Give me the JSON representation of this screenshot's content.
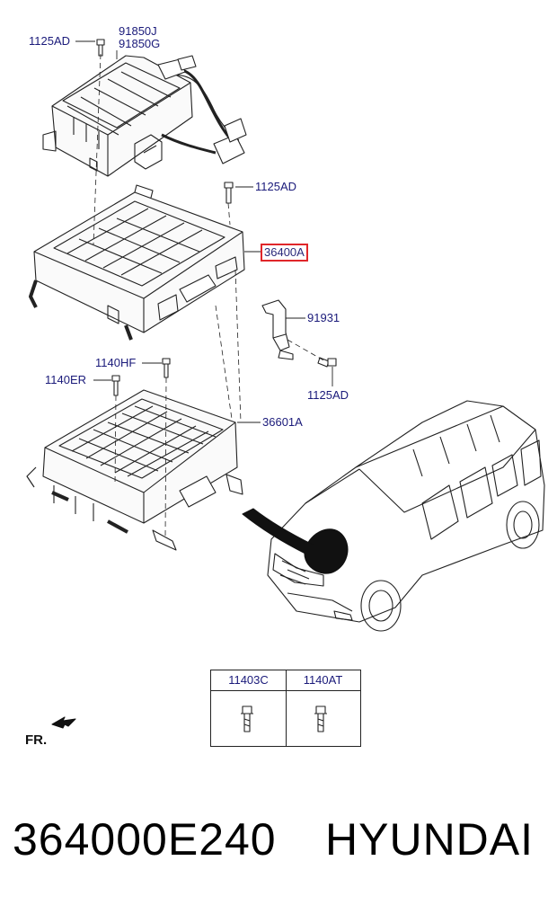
{
  "callouts": {
    "c1125ad_top": "1125AD",
    "c91850j": "91850J",
    "c91850g": "91850G",
    "c1125ad_mid": "1125AD",
    "c36400a": "36400A",
    "c91931": "91931",
    "c1125ad_low": "1125AD",
    "c1140hf": "1140HF",
    "c1140er": "1140ER",
    "c36601a": "36601A"
  },
  "highlight_color": "#e0262a",
  "table": {
    "col1": "11403C",
    "col2": "1140AT"
  },
  "direction_label": "FR.",
  "footer": {
    "part_number": "364000E240",
    "brand": "HYUNDAI"
  }
}
